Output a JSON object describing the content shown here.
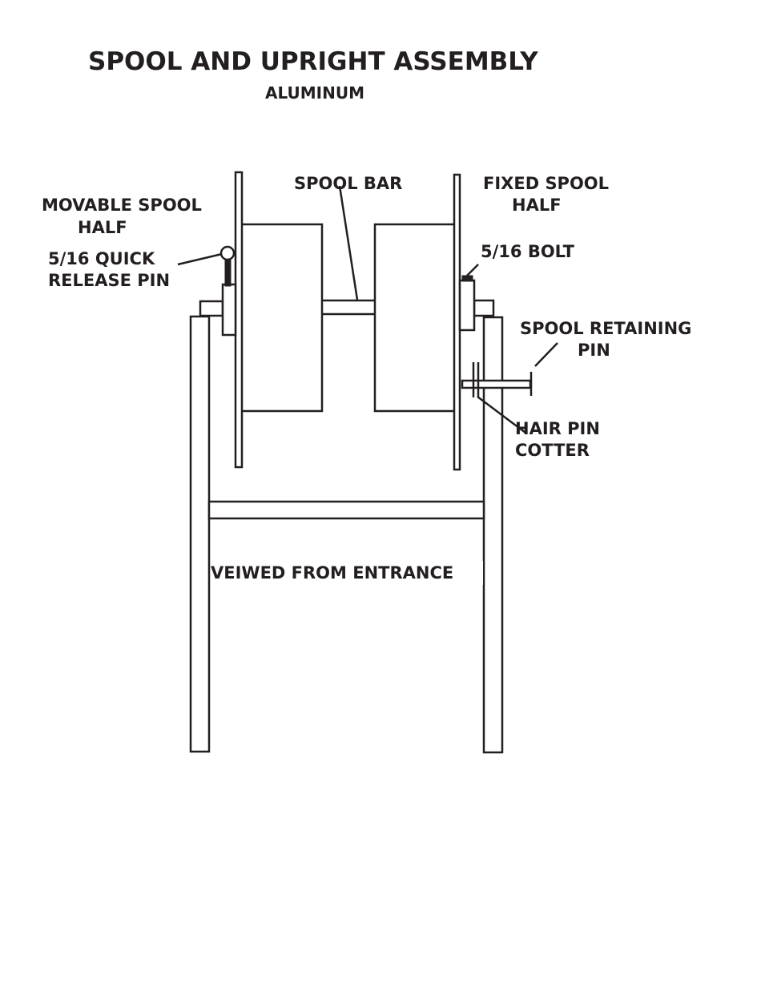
{
  "title": "SPOOL AND UPRIGHT ASSEMBLY",
  "subtitle": "ALUMINUM",
  "labels": {
    "movable_spool_half": [
      "MOVABLE SPOOL",
      "HALF"
    ],
    "quick_release_pin": [
      "5/16 QUICK",
      "RELEASE PIN"
    ],
    "spool_bar": "SPOOL BAR",
    "fixed_spool_half": [
      "FIXED SPOOL",
      "HALF"
    ],
    "bolt": "5/16 BOLT",
    "spool_retaining_pin": [
      "SPOOL RETAINING",
      "PIN"
    ],
    "hair_pin_cotter": [
      "HAIR PIN",
      "COTTER"
    ],
    "view_note": "VEIWED FROM ENTRANCE"
  },
  "colors": {
    "ink": "#231f20",
    "background": "#ffffff"
  }
}
